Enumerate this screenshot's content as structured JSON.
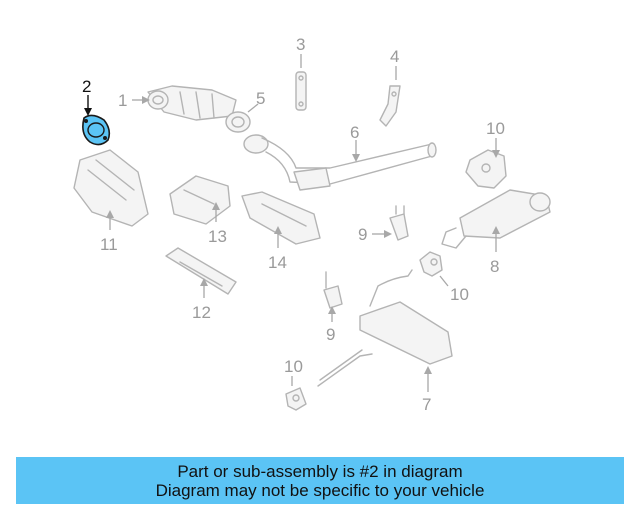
{
  "diagram": {
    "callouts": [
      "1",
      "2",
      "3",
      "4",
      "5",
      "6",
      "7",
      "8",
      "9",
      "9",
      "10",
      "10",
      "10",
      "11",
      "12",
      "13",
      "14"
    ],
    "highlighted_part": "2",
    "highlight_color": "#5bc4f5"
  },
  "banner": {
    "line1": "Part or sub-assembly is #2 in diagram",
    "line2": "Diagram may not be specific to your vehicle",
    "color": "#5bc4f5"
  }
}
